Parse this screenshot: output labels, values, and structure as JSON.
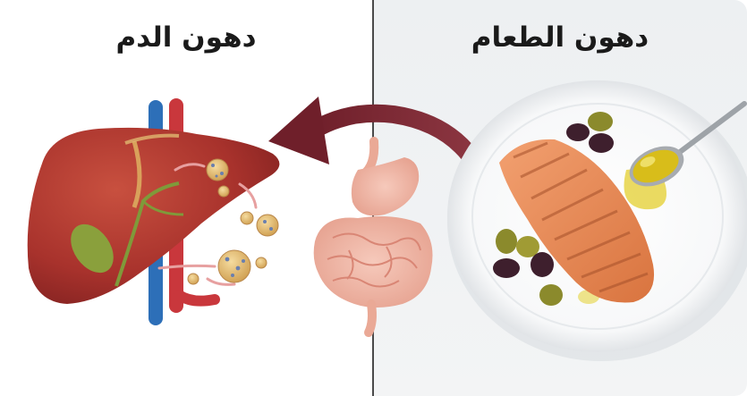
{
  "panels": {
    "left": {
      "title": "دهون الدم"
    },
    "right": {
      "title": "دهون الطعام"
    }
  },
  "colors": {
    "liver": "#a8322c",
    "arrow": "#7a2a33",
    "salmon": "#e98a55",
    "olive_green": "#8b8a2c",
    "olive_dark": "#3e1f2d",
    "oil": "#d9c21a",
    "artery": "#c9373c",
    "vein": "#2d6fb8"
  },
  "icons": [
    "liver-illustration",
    "digestive-tract-illustration",
    "salmon-plate-illustration",
    "transfer-arrow-icon"
  ]
}
